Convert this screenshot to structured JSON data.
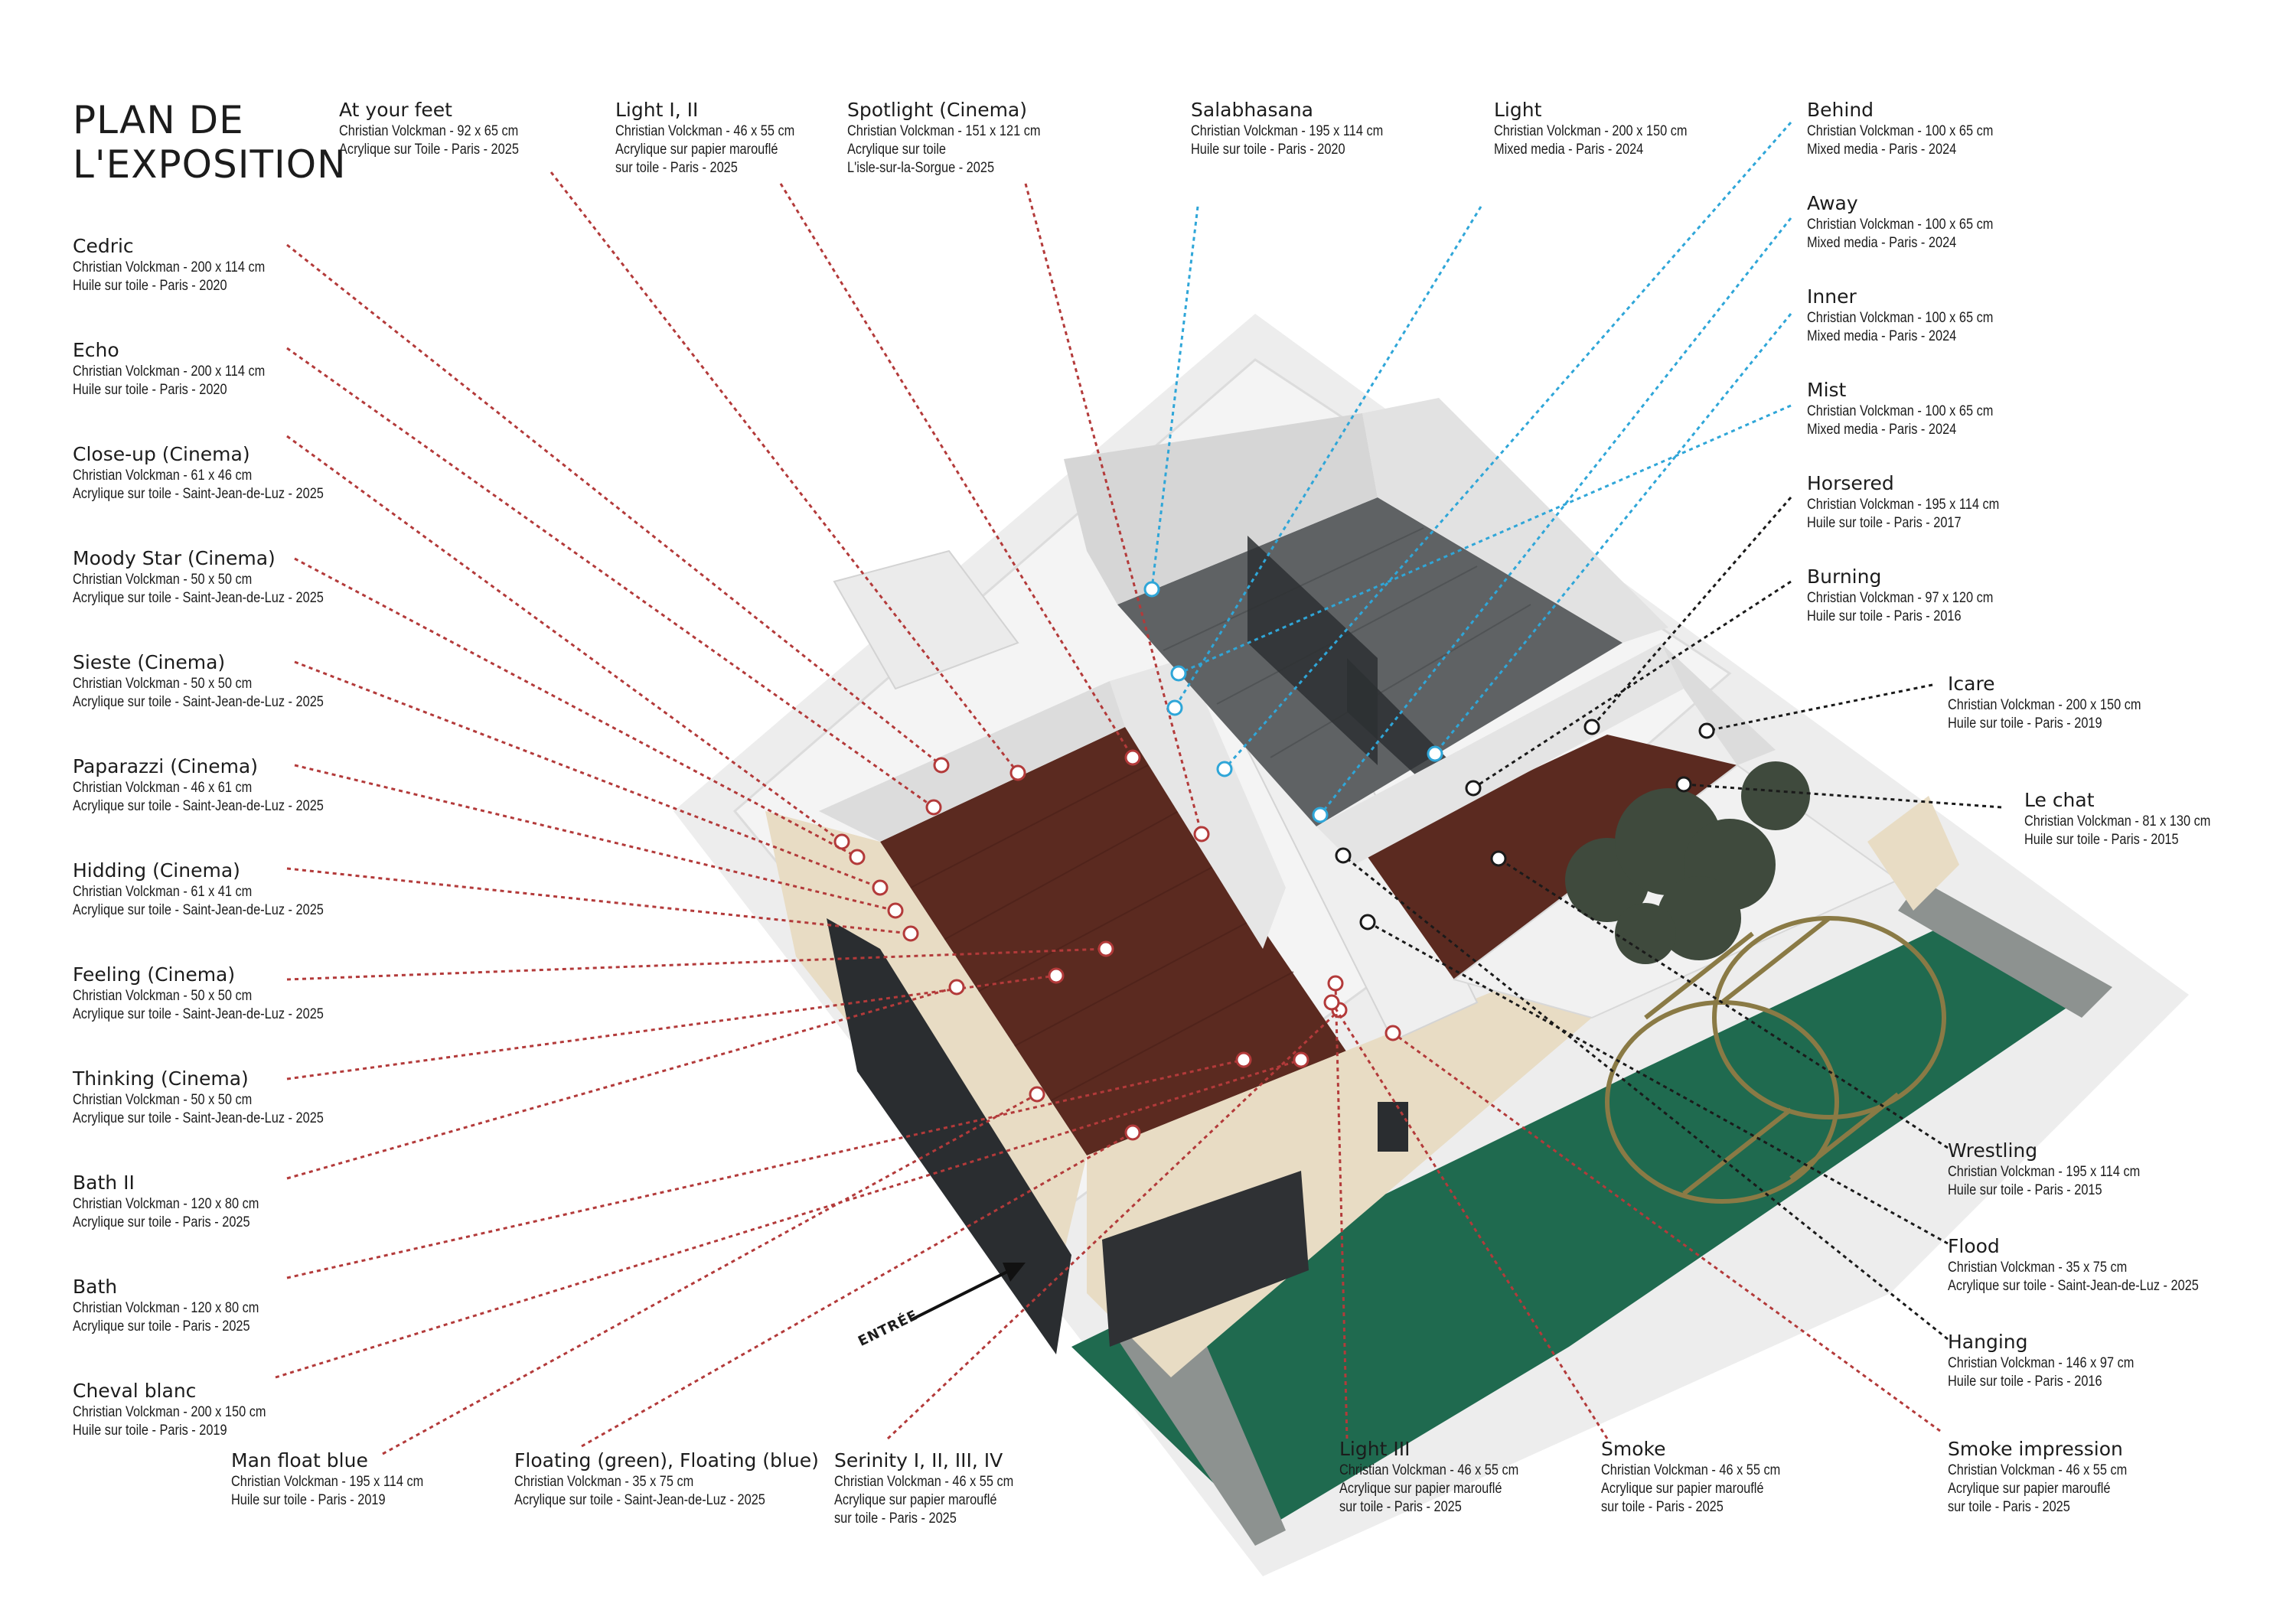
{
  "title": {
    "line1": "PLAN DE",
    "line2": "L'EXPOSITION"
  },
  "entrance": "ENTRÉE",
  "colors": {
    "red_line": "#b33a3a",
    "blue_line": "#2fa6d8",
    "black_line": "#1a1a1a",
    "floor_wood": "#5b2a20",
    "floor_stone": "#5f6264",
    "garden_green": "#1f6a4f",
    "wall_beige": "#e8dcc4"
  },
  "artworks": [
    {
      "id": "cedric",
      "title": "Cedric",
      "lines": [
        "Christian Volckman - 200 x 114 cm",
        "Huile sur toile - Paris - 2020"
      ]
    },
    {
      "id": "echo",
      "title": "Echo",
      "lines": [
        "Christian Volckman - 200 x 114 cm",
        "Huile sur toile - Paris - 2020"
      ]
    },
    {
      "id": "closeup",
      "title": "Close-up (Cinema)",
      "lines": [
        "Christian Volckman - 61 x 46 cm",
        "Acrylique sur toile - Saint-Jean-de-Luz - 2025"
      ]
    },
    {
      "id": "moody",
      "title": "Moody Star (Cinema)",
      "lines": [
        "Christian Volckman - 50 x 50 cm",
        "Acrylique sur toile - Saint-Jean-de-Luz - 2025"
      ]
    },
    {
      "id": "sieste",
      "title": "Sieste (Cinema)",
      "lines": [
        "Christian Volckman - 50 x 50 cm",
        "Acrylique sur toile - Saint-Jean-de-Luz - 2025"
      ]
    },
    {
      "id": "paparazzi",
      "title": "Paparazzi (Cinema)",
      "lines": [
        "Christian Volckman - 46 x 61 cm",
        "Acrylique sur toile - Saint-Jean-de-Luz - 2025"
      ]
    },
    {
      "id": "hidding",
      "title": "Hidding (Cinema)",
      "lines": [
        "Christian Volckman - 61 x 41 cm",
        "Acrylique sur toile - Saint-Jean-de-Luz - 2025"
      ]
    },
    {
      "id": "feeling",
      "title": "Feeling (Cinema)",
      "lines": [
        "Christian Volckman - 50 x 50 cm",
        "Acrylique sur toile - Saint-Jean-de-Luz - 2025"
      ]
    },
    {
      "id": "thinking",
      "title": "Thinking (Cinema)",
      "lines": [
        "Christian Volckman - 50 x 50 cm",
        "Acrylique sur toile - Saint-Jean-de-Luz - 2025"
      ]
    },
    {
      "id": "bath2",
      "title": "Bath II",
      "lines": [
        "Christian Volckman - 120 x 80 cm",
        "Acrylique sur toile - Paris - 2025"
      ]
    },
    {
      "id": "bath",
      "title": "Bath",
      "lines": [
        "Christian Volckman - 120 x 80 cm",
        "Acrylique sur toile - Paris - 2025"
      ]
    },
    {
      "id": "cheval",
      "title": "Cheval blanc",
      "lines": [
        "Christian Volckman - 200 x 150 cm",
        "Huile sur toile - Paris - 2019"
      ]
    },
    {
      "id": "manfloat",
      "title": "Man float blue",
      "lines": [
        "Christian Volckman - 195 x 114 cm",
        "Huile sur toile - Paris - 2019"
      ]
    },
    {
      "id": "floating",
      "title": "Floating (green), Floating (blue)",
      "lines": [
        "Christian Volckman - 35 x 75 cm",
        "Acrylique sur toile - Saint-Jean-de-Luz - 2025"
      ]
    },
    {
      "id": "serinity",
      "title": "Serinity I, II, III, IV",
      "lines": [
        "Christian Volckman - 46 x 55 cm",
        "Acrylique sur papier marouflé",
        "sur toile - Paris - 2025"
      ]
    },
    {
      "id": "atyourfeet",
      "title": "At your feet",
      "lines": [
        "Christian Volckman - 92 x 65 cm",
        "Acrylique sur Toile - Paris - 2025"
      ]
    },
    {
      "id": "light12",
      "title": "Light I, II",
      "lines": [
        "Christian Volckman - 46 x 55 cm",
        "Acrylique sur papier marouflé",
        "sur toile - Paris - 2025"
      ]
    },
    {
      "id": "spotlight",
      "title": "Spotlight (Cinema)",
      "lines": [
        "Christian Volckman - 151 x 121 cm",
        "Acrylique sur toile",
        "L'isle-sur-la-Sorgue - 2025"
      ]
    },
    {
      "id": "salabhasana",
      "title": "Salabhasana",
      "lines": [
        "Christian Volckman - 195 x 114 cm",
        "Huile sur toile - Paris - 2020"
      ]
    },
    {
      "id": "light",
      "title": "Light",
      "lines": [
        "Christian Volckman - 200 x 150 cm",
        "Mixed media - Paris - 2024"
      ]
    },
    {
      "id": "behind",
      "title": "Behind",
      "lines": [
        "Christian Volckman - 100 x 65 cm",
        "Mixed media - Paris - 2024"
      ]
    },
    {
      "id": "away",
      "title": "Away",
      "lines": [
        "Christian Volckman - 100 x 65 cm",
        "Mixed media - Paris - 2024"
      ]
    },
    {
      "id": "inner",
      "title": "Inner",
      "lines": [
        "Christian Volckman - 100 x 65 cm",
        "Mixed media - Paris - 2024"
      ]
    },
    {
      "id": "mist",
      "title": "Mist",
      "lines": [
        "Christian Volckman - 100 x 65 cm",
        "Mixed media - Paris - 2024"
      ]
    },
    {
      "id": "horsered",
      "title": "Horsered",
      "lines": [
        "Christian Volckman - 195 x 114 cm",
        "Huile sur toile - Paris - 2017"
      ]
    },
    {
      "id": "burning",
      "title": "Burning",
      "lines": [
        "Christian Volckman - 97 x 120 cm",
        "Huile sur toile - Paris - 2016"
      ]
    },
    {
      "id": "icare",
      "title": "Icare",
      "lines": [
        "Christian Volckman - 200 x 150 cm",
        "Huile sur toile - Paris - 2019"
      ]
    },
    {
      "id": "lechat",
      "title": "Le chat",
      "lines": [
        "Christian Volckman - 81 x 130 cm",
        "Huile sur toile - Paris - 2015"
      ]
    },
    {
      "id": "wrestling",
      "title": "Wrestling",
      "lines": [
        "Christian Volckman - 195 x 114 cm",
        "Huile sur toile - Paris - 2015"
      ]
    },
    {
      "id": "flood",
      "title": "Flood",
      "lines": [
        "Christian Volckman - 35 x 75 cm",
        "Acrylique sur toile - Saint-Jean-de-Luz - 2025"
      ]
    },
    {
      "id": "hanging",
      "title": "Hanging",
      "lines": [
        "Christian Volckman - 146 x 97 cm",
        "Huile sur toile - Paris - 2016"
      ]
    },
    {
      "id": "light3",
      "title": "Light III",
      "lines": [
        "Christian Volckman - 46 x 55 cm",
        "Acrylique sur papier marouflé",
        "sur toile - Paris - 2025"
      ]
    },
    {
      "id": "smoke",
      "title": "Smoke",
      "lines": [
        "Christian Volckman - 46 x 55 cm",
        "Acrylique sur papier marouflé",
        "sur toile - Paris - 2025"
      ]
    },
    {
      "id": "smokeimp",
      "title": "Smoke impression",
      "lines": [
        "Christian Volckman - 46 x 55 cm",
        "Acrylique sur papier marouflé",
        "sur toile - Paris - 2025"
      ]
    }
  ]
}
